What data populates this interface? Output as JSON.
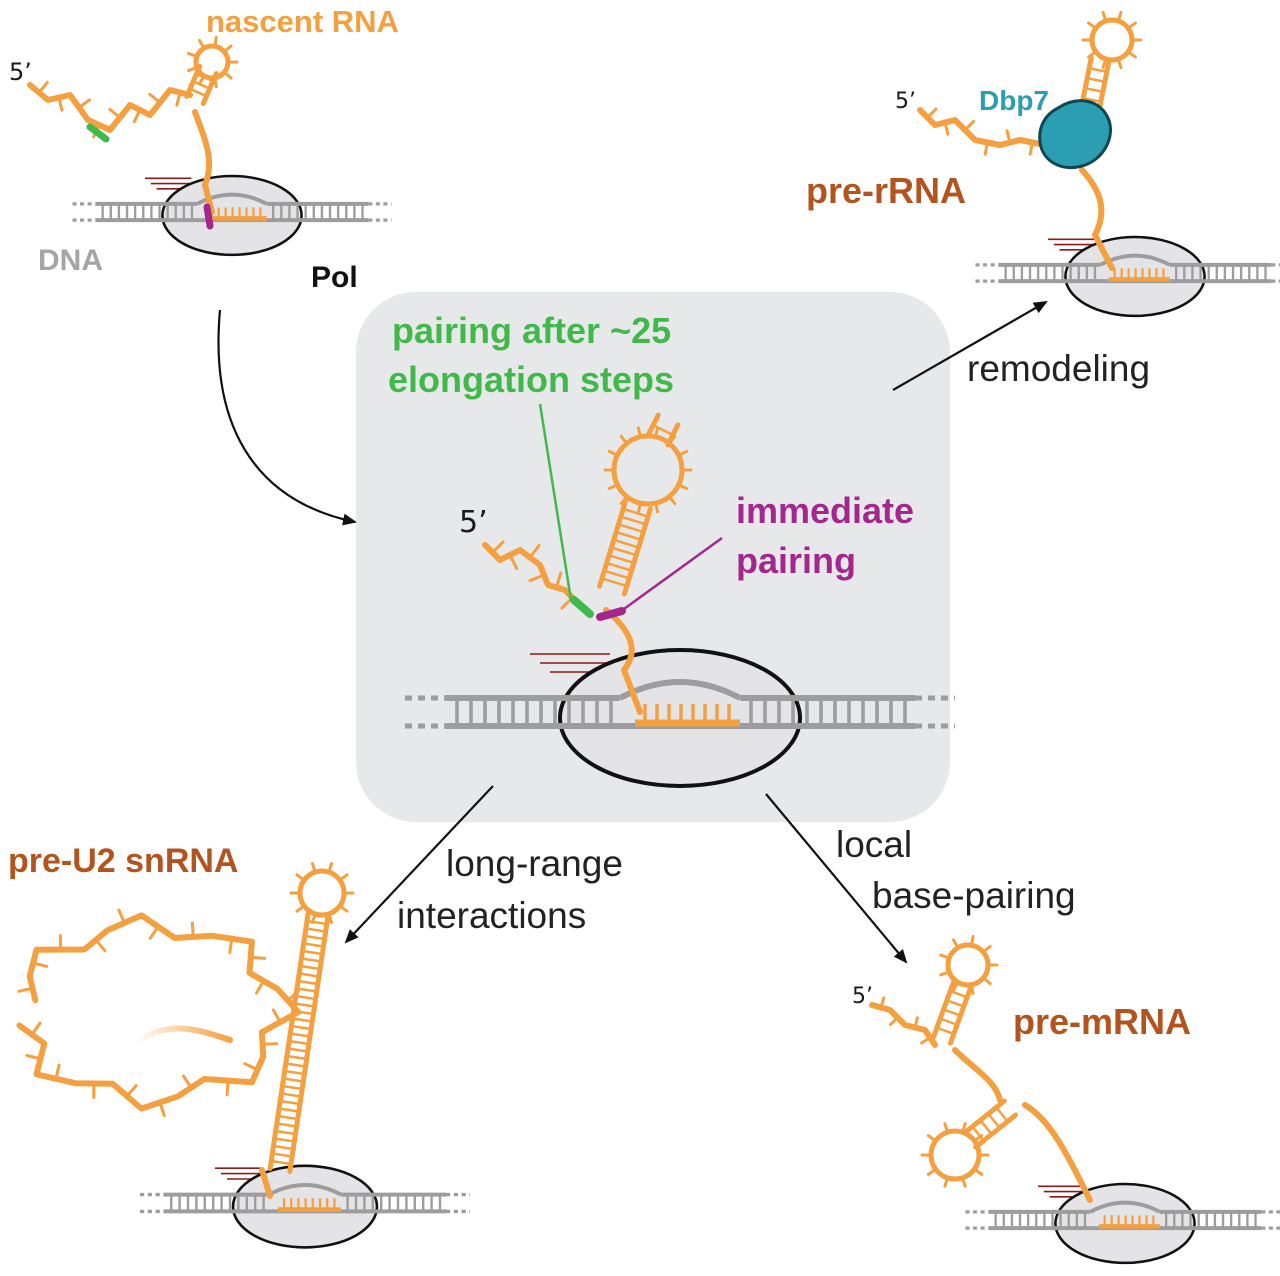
{
  "colors": {
    "rna": "#f5a040",
    "dna": "#9d9d9d",
    "polymerase_fill": "#e4e4e6",
    "panel": "#e7e8ea",
    "pairing_after": "#41b94a",
    "immediate": "#a4278d",
    "rna_title": "#b3541e",
    "dbp7": "#2b9eb3",
    "nascent": "#f5a040",
    "exit_lines": "#8b1a1a"
  },
  "icons": {
    "polymerase": "grey-ellipse",
    "dna": "ladder-duplex",
    "rna": "orange-stem-loop-strand",
    "helicase": "teal-blob",
    "arrow": "curved-black-arrow"
  },
  "labels": {
    "nascent_rna": "nascent RNA",
    "five_prime": "5’",
    "dna": "DNA",
    "pol": "Pol",
    "pairing_after_line1": "pairing after ~25",
    "pairing_after_line2": "elongation steps",
    "immediate_line1": "immediate",
    "immediate_line2": "pairing",
    "dbp7": "Dbp7",
    "pre_rrna": "pre-rRNA",
    "remodeling": "remodeling",
    "pre_u2": "pre-U2 snRNA",
    "long_range_line1": "long-range",
    "long_range_line2": "interactions",
    "local_line1": "local",
    "local_line2": "base-pairing",
    "pre_mrna": "pre-mRNA"
  }
}
